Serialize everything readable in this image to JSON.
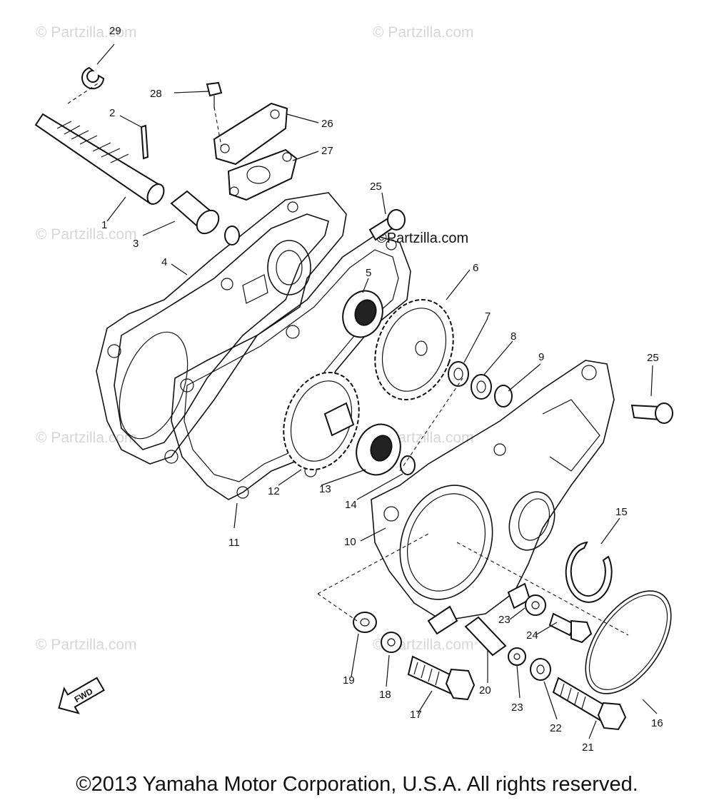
{
  "watermark": {
    "text": "© Partzilla.com",
    "center_text": "©Partzilla.com"
  },
  "fwd_arrow_label": "FWD",
  "copyright": "©2013 Yamaha Motor Corporation, U.S.A. All rights reserved.",
  "callouts": {
    "c1": "1",
    "c2": "2",
    "c3": "3",
    "c4": "4",
    "c5": "5",
    "c6": "6",
    "c7": "7",
    "c8": "8",
    "c9": "9",
    "c10": "10",
    "c11": "11",
    "c12": "12",
    "c13": "13",
    "c14": "14",
    "c15": "15",
    "c16": "16",
    "c17": "17",
    "c18": "18",
    "c19": "19",
    "c20": "20",
    "c21": "21",
    "c22": "22",
    "c23a": "23",
    "c23b": "23",
    "c24": "24",
    "c25a": "25",
    "c25b": "25",
    "c26": "26",
    "c27": "27",
    "c28": "28",
    "c29": "29"
  }
}
